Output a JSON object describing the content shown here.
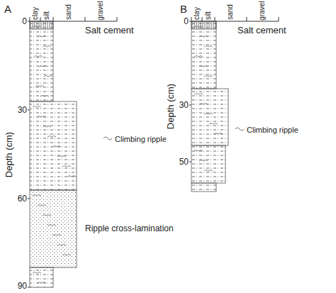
{
  "diagram": {
    "labels": [
      "A",
      "clay",
      "silt",
      "sand",
      "gravel",
      "Salt cement",
      "0",
      "30",
      "60",
      "90",
      "Depth (cm)",
      "Climbing ripple",
      "Ripple cross-lamination",
      "B",
      "clay",
      "silt",
      "sand",
      "gravel",
      "Salt cement",
      "0",
      "30",
      "50",
      "Depth (cm)",
      "Climbing ripple"
    ]
  }
}
